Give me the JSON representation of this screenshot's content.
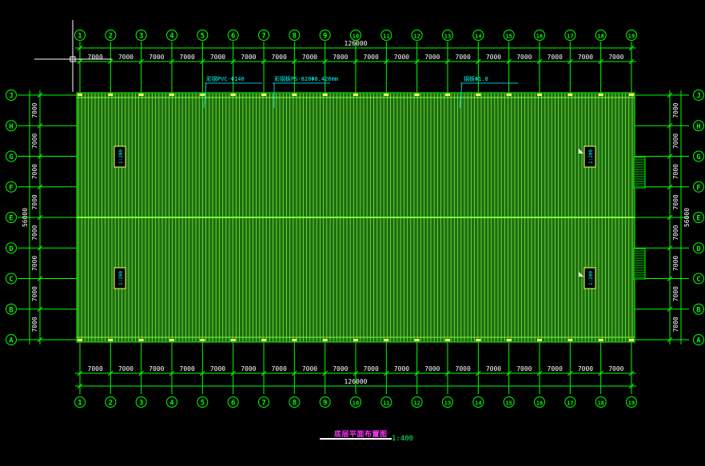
{
  "drawing": {
    "title": "底层平面布置图",
    "scale": "1:400"
  },
  "grid": {
    "columns": [
      "1",
      "2",
      "3",
      "4",
      "5",
      "6",
      "7",
      "8",
      "9",
      "10",
      "11",
      "12",
      "13",
      "14",
      "15",
      "16",
      "17",
      "18",
      "19"
    ],
    "rows_bottom_to_top": [
      "A",
      "B",
      "C",
      "D",
      "E",
      "F",
      "G",
      "H",
      "J"
    ],
    "bay_dimension": "7000",
    "span_dimension": "7000",
    "total_length": "126000",
    "total_width": "56000"
  },
  "annotations": {
    "label_left": "彩钢PVC-Φ140",
    "label_center": "彩钢板PS-820Φ0.426mm",
    "label_right": "钢板Φ1.8",
    "side_tag": "1:200"
  },
  "colors": {
    "background": "#000000",
    "grid_line": "#00ff00",
    "roof_fill": "#1e6b12",
    "roof_stripe": "#7dfa3c",
    "text_dim": "#ffffff",
    "label_callout": "#00ffff",
    "title": "#ff33ff",
    "bubble": "#00ff00"
  }
}
